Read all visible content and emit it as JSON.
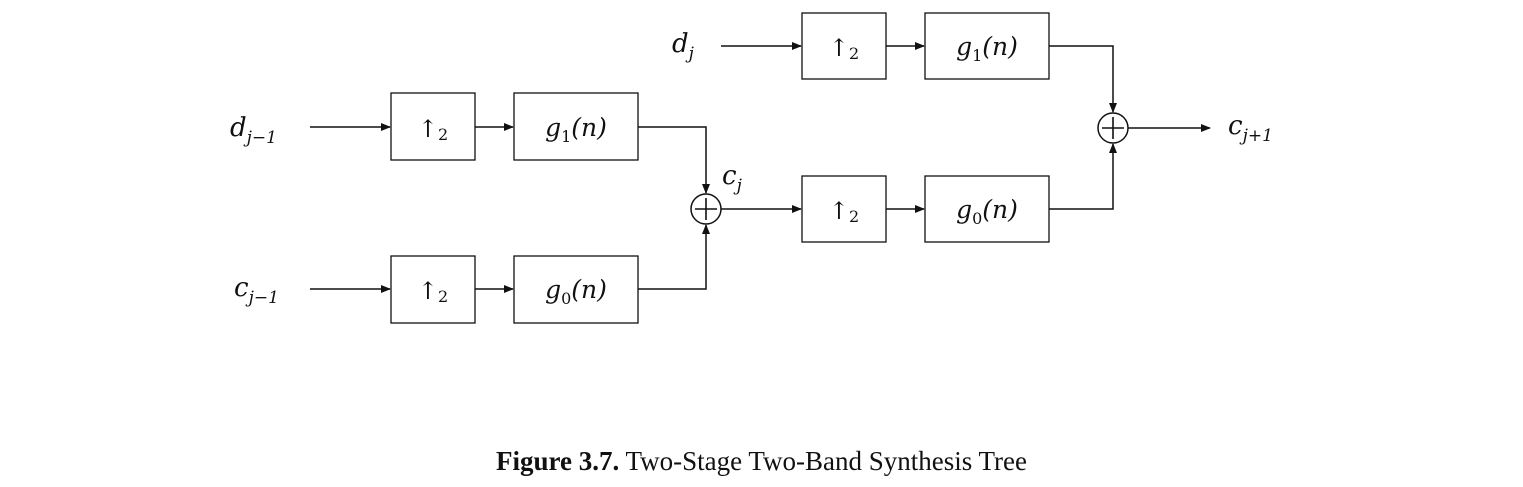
{
  "inputs": {
    "d_prev": {
      "base": "d",
      "sub": "j−1"
    },
    "c_prev": {
      "base": "c",
      "sub": "j−1"
    },
    "d_cur": {
      "base": "d",
      "sub": "j"
    }
  },
  "intermediate": {
    "base": "c",
    "sub": "j"
  },
  "output": {
    "base": "c",
    "sub": "j+1"
  },
  "upsample": {
    "arrow": "↑",
    "factor": "2"
  },
  "filters": {
    "g1": {
      "name": "g",
      "sub": "1",
      "arg": "(n)"
    },
    "g0": {
      "name": "g",
      "sub": "0",
      "arg": "(n)"
    }
  },
  "caption": {
    "label": "Figure 3.7.",
    "title": "Two-Stage Two-Band Synthesis Tree"
  }
}
